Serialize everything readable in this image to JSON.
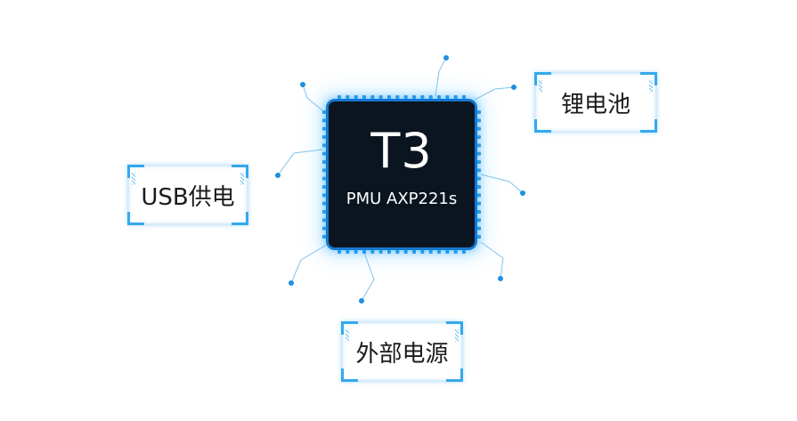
{
  "chip": {
    "title": "T3",
    "subtitle": "PMU AXP221s"
  },
  "labels": {
    "battery": "锂电池",
    "usb": "USB供电",
    "external": "外部电源"
  },
  "colors": {
    "chip_body": "#0b1520",
    "chip_glow": "#28aaff",
    "line": "#7fc4ee",
    "dot": "#1e8fe0",
    "box_corner": "#35a8ee"
  }
}
